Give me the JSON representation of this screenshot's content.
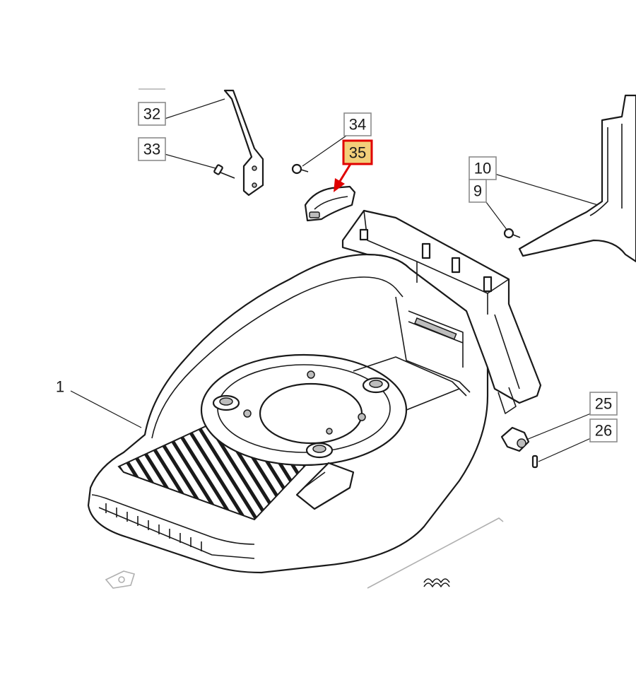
{
  "colors": {
    "line": "#1a1a1a",
    "label_border": "#8c8c8c",
    "highlight_fill": "#f3cf7a",
    "highlight_border": "#e00000",
    "arrow": "#e00000"
  },
  "highlighted_part": "35",
  "labels": {
    "l1": "1",
    "l9": "9",
    "l10": "10",
    "l25": "25",
    "l26": "26",
    "l32": "32",
    "l33": "33",
    "l34": "34",
    "l35": "35"
  }
}
